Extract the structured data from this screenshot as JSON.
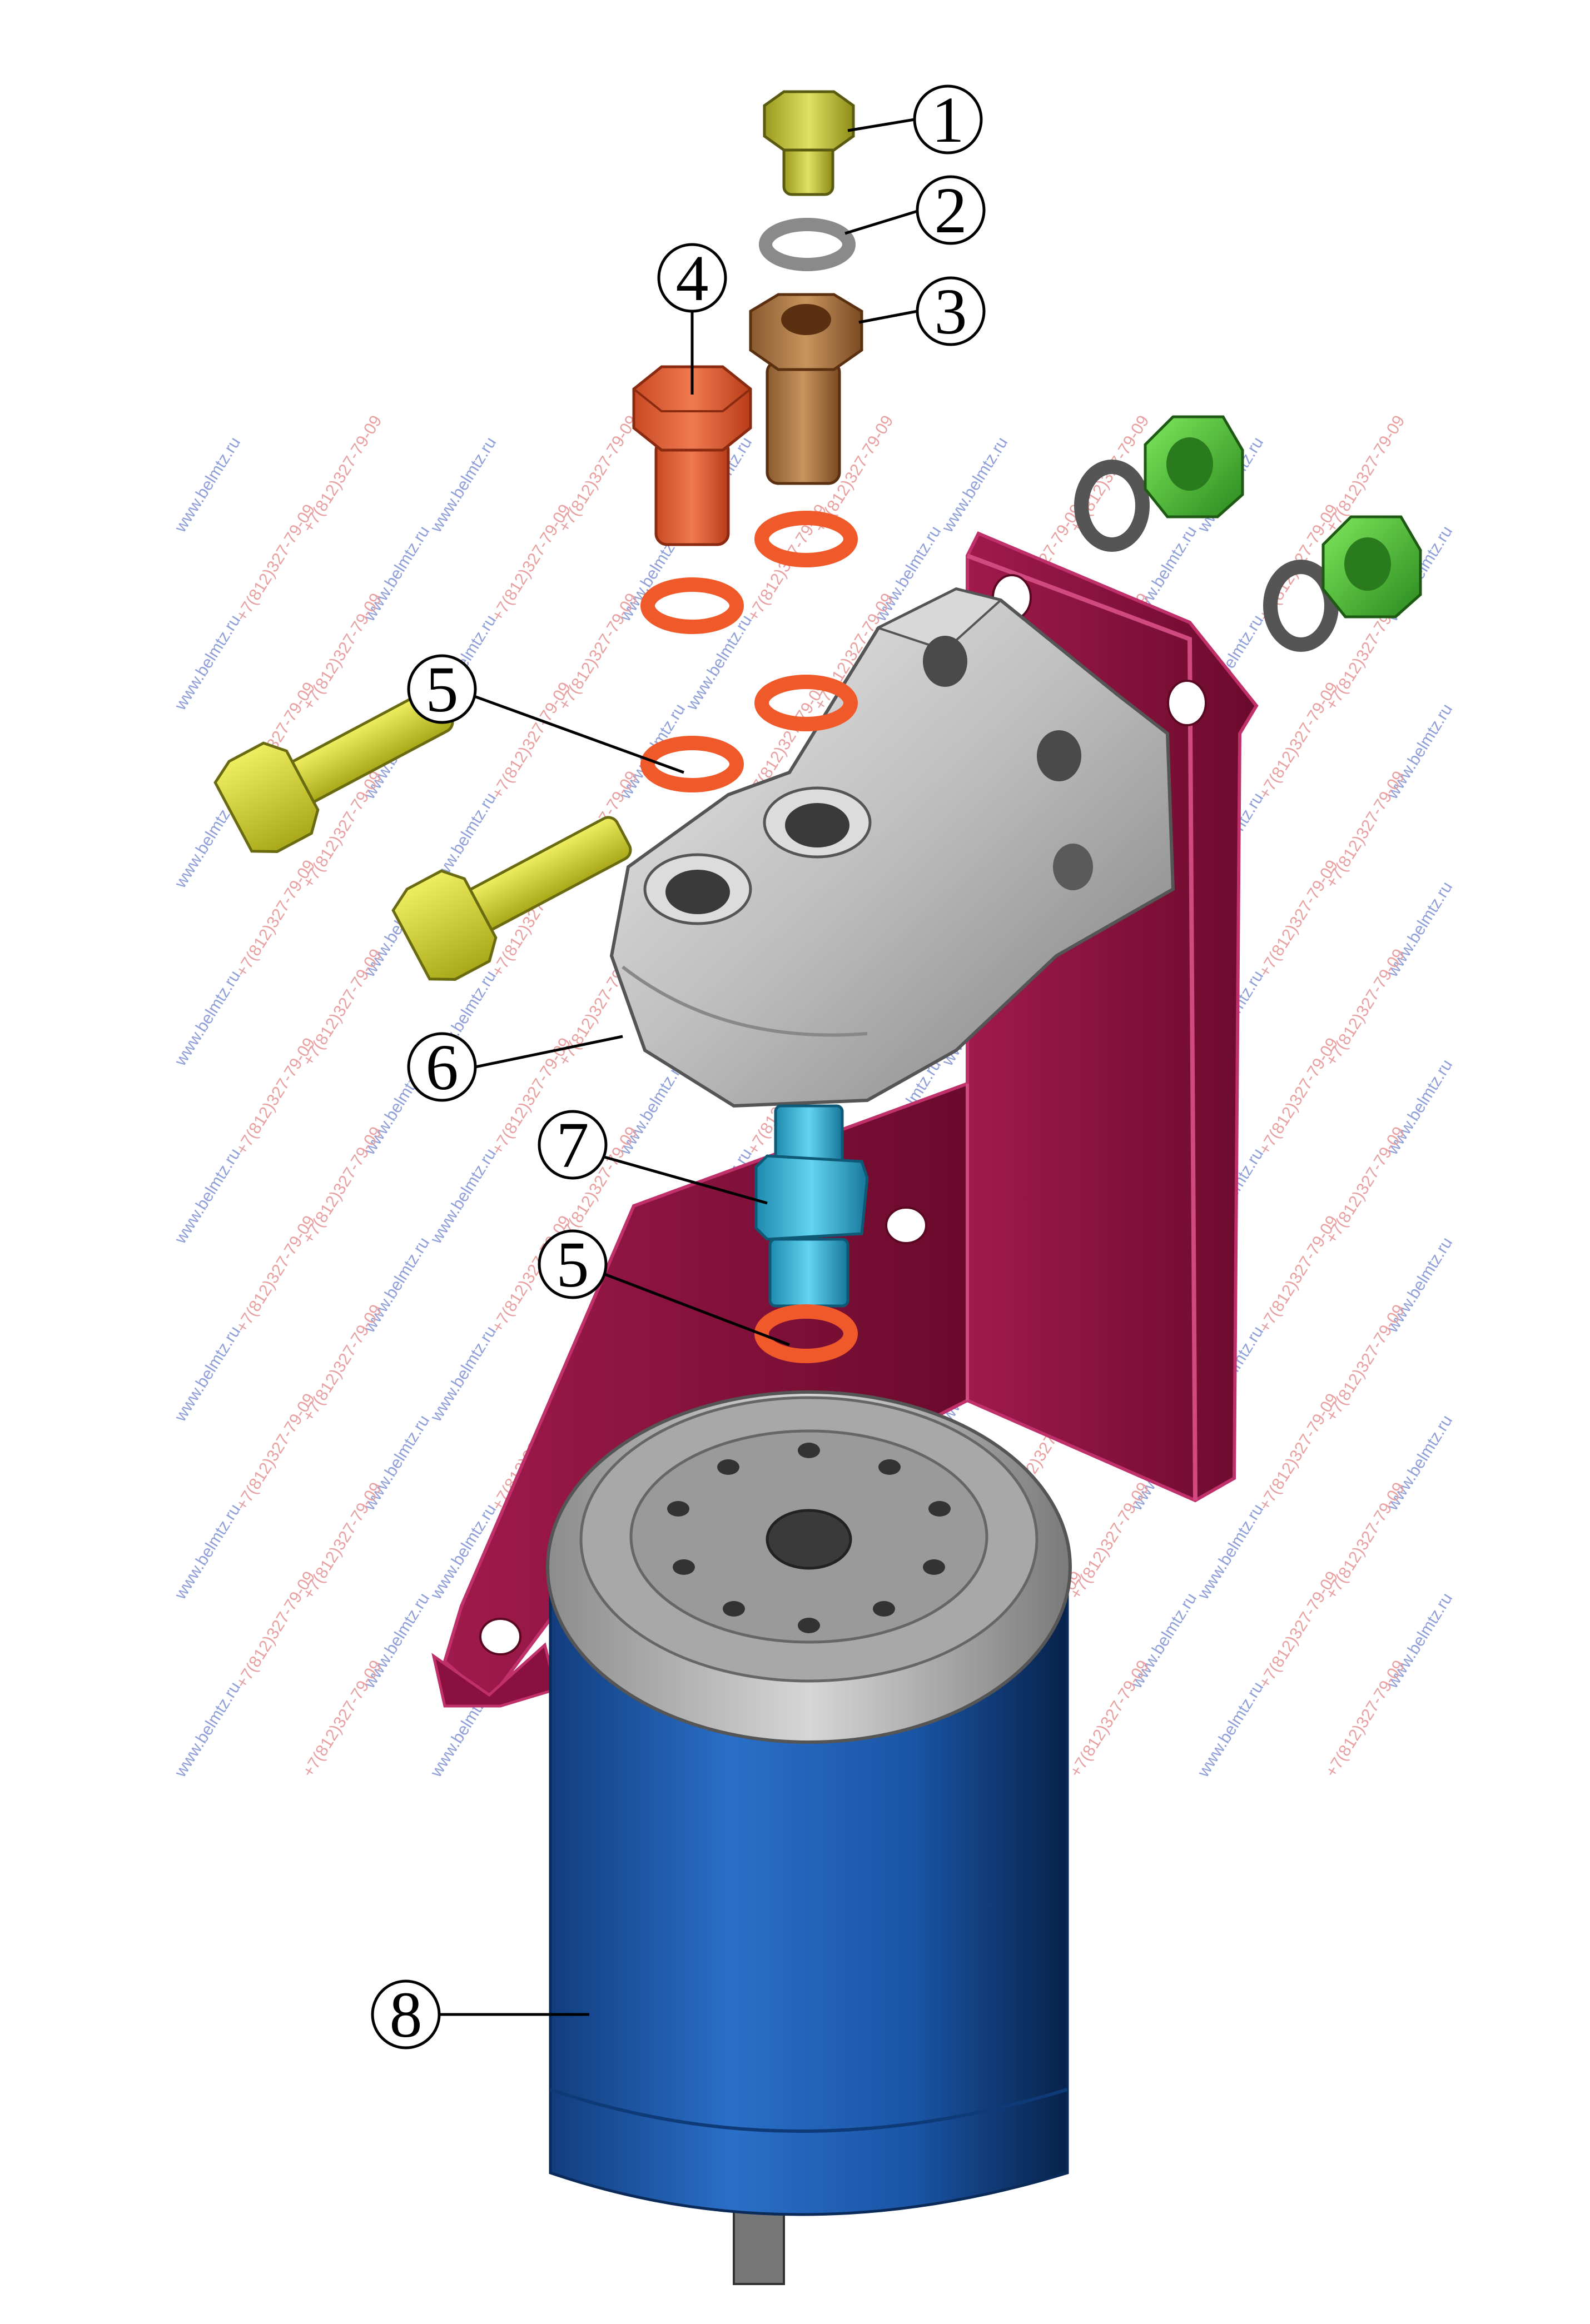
{
  "watermark": {
    "site": "www.belmtz.ru",
    "phone": "+7(812)327-79-09",
    "site_color": "#8f9fd8",
    "phone_color": "#e8a0a0"
  },
  "colors": {
    "bracket": "#7c0d35",
    "bracket_edge": "#b0245e",
    "housing": "#c8c8c8",
    "filter_body": "#1f5fb4",
    "filter_cap": "#b4b4b4",
    "o_ring": "#f05a2a",
    "bolt_yellow": "#d8d82a",
    "plug_olive": "#c8c840",
    "fitting_bronze": "#b07a48",
    "bolt_orange": "#e8623a",
    "nut_green": "#4cc43a",
    "washer_gray": "#8a8a8a",
    "nipple_cyan": "#3fb8d8"
  },
  "callouts": [
    {
      "id": "c1",
      "label": "1"
    },
    {
      "id": "c2",
      "label": "2"
    },
    {
      "id": "c3",
      "label": "3"
    },
    {
      "id": "c4",
      "label": "4"
    },
    {
      "id": "c5a",
      "label": "5"
    },
    {
      "id": "c6",
      "label": "6"
    },
    {
      "id": "c7",
      "label": "7"
    },
    {
      "id": "c5b",
      "label": "5"
    },
    {
      "id": "c8",
      "label": "8"
    }
  ]
}
